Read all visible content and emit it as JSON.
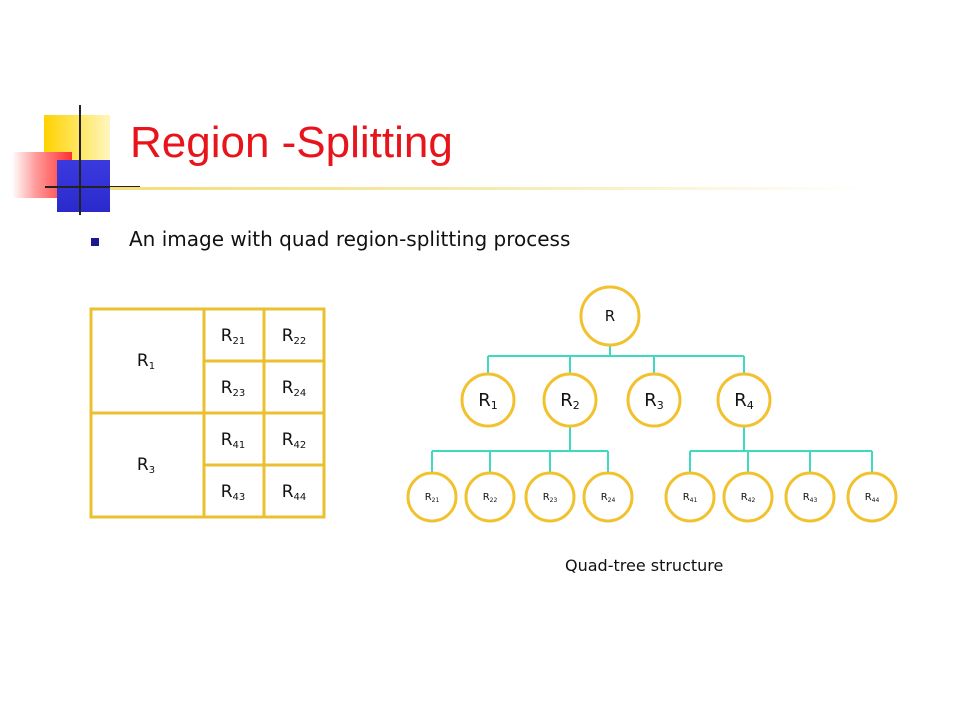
{
  "title": "Region -Splitting",
  "bullet": "An image with quad region-splitting process",
  "caption": "Quad-tree structure",
  "grid": {
    "r1": {
      "base": "R",
      "sub": "1"
    },
    "r3": {
      "base": "R",
      "sub": "3"
    },
    "cells": [
      {
        "base": "R",
        "sub": "21"
      },
      {
        "base": "R",
        "sub": "22"
      },
      {
        "base": "R",
        "sub": "23"
      },
      {
        "base": "R",
        "sub": "24"
      },
      {
        "base": "R",
        "sub": "41"
      },
      {
        "base": "R",
        "sub": "42"
      },
      {
        "base": "R",
        "sub": "43"
      },
      {
        "base": "R",
        "sub": "44"
      }
    ]
  },
  "tree": {
    "root": {
      "base": "R",
      "sub": ""
    },
    "level1": [
      {
        "base": "R",
        "sub": "1"
      },
      {
        "base": "R",
        "sub": "2"
      },
      {
        "base": "R",
        "sub": "3"
      },
      {
        "base": "R",
        "sub": "4"
      }
    ],
    "level2": [
      {
        "base": "R",
        "sub": "21"
      },
      {
        "base": "R",
        "sub": "22"
      },
      {
        "base": "R",
        "sub": "23"
      },
      {
        "base": "R",
        "sub": "24"
      },
      {
        "base": "R",
        "sub": "41"
      },
      {
        "base": "R",
        "sub": "42"
      },
      {
        "base": "R",
        "sub": "43"
      },
      {
        "base": "R",
        "sub": "44"
      }
    ]
  },
  "colors": {
    "box": "#ebc030",
    "node": "#f2c12e",
    "link": "#3fd9c2",
    "title": "#e8141c"
  }
}
